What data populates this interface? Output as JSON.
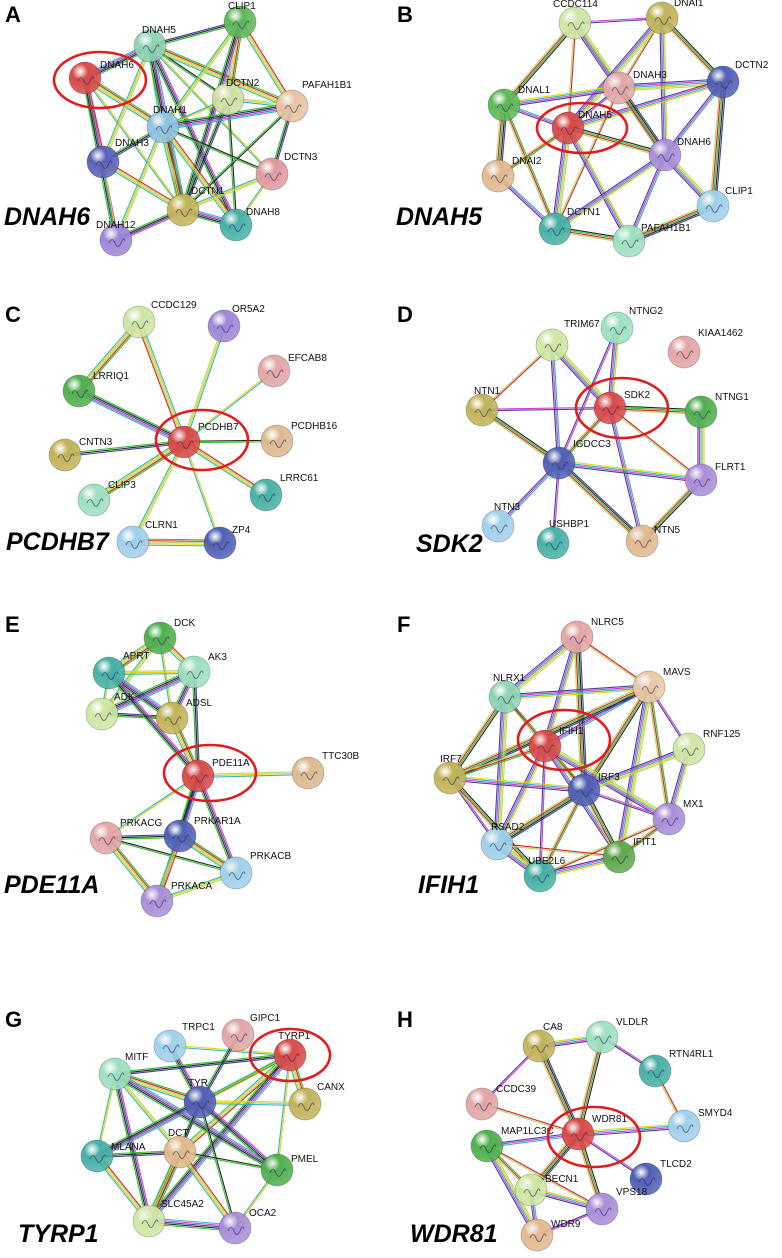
{
  "figure": {
    "panels": [
      {
        "letter": "A",
        "gene": "DNAH6",
        "nodes": [
          {
            "label": "DNAH6",
            "color": "#d84a4a"
          },
          {
            "label": "DNAH5",
            "color": "#8fd3b5"
          },
          {
            "label": "CLIP1",
            "color": "#5fb85a"
          },
          {
            "label": "DCTN2",
            "color": "#cfe0a3"
          },
          {
            "label": "PAFAH1B1",
            "color": "#e8c2a6"
          },
          {
            "label": "DNAH1",
            "color": "#8fc3e0"
          },
          {
            "label": "DNAH3",
            "color": "#5b63b8"
          },
          {
            "label": "DCTN3",
            "color": "#e09aa0"
          },
          {
            "label": "DCTN1",
            "color": "#c4b45a"
          },
          {
            "label": "DNAH8",
            "color": "#47b0a6"
          },
          {
            "label": "DNAH12",
            "color": "#9f86d8"
          }
        ]
      },
      {
        "letter": "B",
        "gene": "DNAH5",
        "nodes": [
          {
            "label": "CCDC114",
            "color": "#cfe6a4"
          },
          {
            "label": "DNAI1",
            "color": "#c2b35a"
          },
          {
            "label": "DCTN2",
            "color": "#5060b5"
          },
          {
            "label": "DNAL1",
            "color": "#5fb85a"
          },
          {
            "label": "DNAH3",
            "color": "#e0a9a9"
          },
          {
            "label": "DNAH5",
            "color": "#d84a4a"
          },
          {
            "label": "DNAH6",
            "color": "#a98ed8"
          },
          {
            "label": "DNAI2",
            "color": "#e2b98f"
          },
          {
            "label": "CLIP1",
            "color": "#9fd0ea"
          },
          {
            "label": "DCTN1",
            "color": "#47b0a6"
          },
          {
            "label": "PAFAH1B1",
            "color": "#9ee0c0"
          }
        ]
      },
      {
        "letter": "C",
        "gene": "PCDHB7",
        "nodes": [
          {
            "label": "CCDC129",
            "color": "#cfe6a4"
          },
          {
            "label": "OR5A2",
            "color": "#9f86d8"
          },
          {
            "label": "EFCAB8",
            "color": "#e2a6a6"
          },
          {
            "label": "LRRIQ1",
            "color": "#4faf4f"
          },
          {
            "label": "PCDHB7",
            "color": "#d84a4a"
          },
          {
            "label": "CNTN3",
            "color": "#c2b35a"
          },
          {
            "label": "PCDHB16",
            "color": "#dcb890"
          },
          {
            "label": "CLIP3",
            "color": "#9ee0c0"
          },
          {
            "label": "LRRC61",
            "color": "#47b0a6"
          },
          {
            "label": "CLRN1",
            "color": "#9fd0ea"
          },
          {
            "label": "ZP4",
            "color": "#5060b5"
          }
        ]
      },
      {
        "letter": "D",
        "gene": "SDK2",
        "nodes": [
          {
            "label": "TRIM67",
            "color": "#cfe6a4"
          },
          {
            "label": "NTNG2",
            "color": "#9ee0c0"
          },
          {
            "label": "KIAA1462",
            "color": "#e2a6a6"
          },
          {
            "label": "NTN1",
            "color": "#c2b35a"
          },
          {
            "label": "SDK2",
            "color": "#d84a4a"
          },
          {
            "label": "NTNG1",
            "color": "#4faf4f"
          },
          {
            "label": "IGDCC3",
            "color": "#5060b5"
          },
          {
            "label": "FLRT1",
            "color": "#a98ed8"
          },
          {
            "label": "NTN3",
            "color": "#9fd0ea"
          },
          {
            "label": "USHBP1",
            "color": "#47b0a6"
          },
          {
            "label": "NTN5",
            "color": "#e2b98f"
          }
        ]
      },
      {
        "letter": "E",
        "gene": "PDE11A",
        "nodes": [
          {
            "label": "DCK",
            "color": "#4faf4f"
          },
          {
            "label": "APRT",
            "color": "#47b0a6"
          },
          {
            "label": "AK3",
            "color": "#9ee0c0"
          },
          {
            "label": "ADK",
            "color": "#cfe6a4"
          },
          {
            "label": "ADSL",
            "color": "#c2b35a"
          },
          {
            "label": "PDE11A",
            "color": "#d84a4a"
          },
          {
            "label": "TTC30B",
            "color": "#dcb890"
          },
          {
            "label": "PRKACG",
            "color": "#e2a6a6"
          },
          {
            "label": "PRKAR1A",
            "color": "#5060b5"
          },
          {
            "label": "PRKACB",
            "color": "#9fd0ea"
          },
          {
            "label": "PRKACA",
            "color": "#a98ed8"
          }
        ]
      },
      {
        "letter": "F",
        "gene": "IFIH1",
        "nodes": [
          {
            "label": "NLRC5",
            "color": "#e2a6a6"
          },
          {
            "label": "MAVS",
            "color": "#e8c8a6"
          },
          {
            "label": "NLRX1",
            "color": "#8fd3b5"
          },
          {
            "label": "IFIH1",
            "color": "#d84a4a"
          },
          {
            "label": "RNF125",
            "color": "#cfe6a4"
          },
          {
            "label": "IRF7",
            "color": "#c2b35a"
          },
          {
            "label": "IRF3",
            "color": "#5060b5"
          },
          {
            "label": "MX1",
            "color": "#a98ed8"
          },
          {
            "label": "RSAD2",
            "color": "#9fd0ea"
          },
          {
            "label": "IFIT1",
            "color": "#5fa84f"
          },
          {
            "label": "UBE2L6",
            "color": "#47b0a6"
          }
        ]
      },
      {
        "letter": "G",
        "gene": "TYRP1",
        "nodes": [
          {
            "label": "TRPC1",
            "color": "#9fd0ea"
          },
          {
            "label": "GIPC1",
            "color": "#e2a6a6"
          },
          {
            "label": "TYRP1",
            "color": "#d84a4a"
          },
          {
            "label": "MITF",
            "color": "#9ee0c0"
          },
          {
            "label": "TYR",
            "color": "#5060b5"
          },
          {
            "label": "CANX",
            "color": "#c2b35a"
          },
          {
            "label": "DCT",
            "color": "#e2b98f"
          },
          {
            "label": "MLANA",
            "color": "#47b0a6"
          },
          {
            "label": "PMEL",
            "color": "#4faf4f"
          },
          {
            "label": "SLC45A2",
            "color": "#cfe6a4"
          },
          {
            "label": "OCA2",
            "color": "#a98ed8"
          }
        ]
      },
      {
        "letter": "H",
        "gene": "WDR81",
        "nodes": [
          {
            "label": "CA8",
            "color": "#c2b35a"
          },
          {
            "label": "VLDLR",
            "color": "#9ee0c0"
          },
          {
            "label": "RTN4RL1",
            "color": "#47b0a6"
          },
          {
            "label": "CCDC39",
            "color": "#e2a6a6"
          },
          {
            "label": "WDR81",
            "color": "#d84a4a"
          },
          {
            "label": "SMYD4",
            "color": "#9fd0ea"
          },
          {
            "label": "MAP1LC3C",
            "color": "#4faf4f"
          },
          {
            "label": "TLCD2",
            "color": "#5060b5"
          },
          {
            "label": "BECN1",
            "color": "#cfe6a4"
          },
          {
            "label": "VPS18",
            "color": "#a98ed8"
          },
          {
            "label": "WDR9",
            "color": "#e2b98f"
          }
        ]
      }
    ],
    "edge_colors": [
      "#e8d200",
      "#2bb5c9",
      "#d23fd0",
      "#3f3f9f",
      "#222222",
      "#2fc02f",
      "#d62020",
      "#b0d76a"
    ]
  }
}
